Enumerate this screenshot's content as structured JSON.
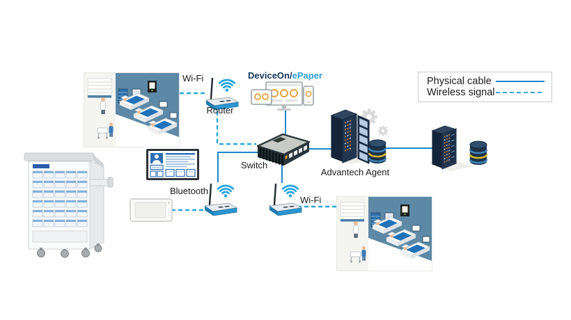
{
  "diagram": {
    "description": "DeviceOn/ePaper hospital network topology",
    "colors": {
      "physical_cable": "#1b87c9",
      "wireless_signal": "#2aa6e0",
      "ward_wall": "#5d89a7",
      "brand_dark": "#16365c",
      "brand_light": "#2e9fd6"
    }
  },
  "labels": {
    "wifi_top": "Wi-Fi",
    "router": "Router",
    "deviceon_brand": "DeviceOn/",
    "deviceon_product": "ePaper",
    "switch": "Switch",
    "advantech_agent": "Advantech Agent",
    "bluetooth": "Bluetooth",
    "wifi_bottom": "Wi-Fi"
  },
  "legend": {
    "items": [
      {
        "label": "Physical cable",
        "style": "solid"
      },
      {
        "label": "Wireless signal",
        "style": "dashed"
      }
    ]
  },
  "nodes": [
    {
      "id": "ward-top",
      "type": "hospital-ward-illustration",
      "label": ""
    },
    {
      "id": "router",
      "type": "wireless-router",
      "label": "Router"
    },
    {
      "id": "deviceon-devices",
      "type": "dashboard-monitor-tablet-phone",
      "label": "DeviceOn/ePaper"
    },
    {
      "id": "switch",
      "type": "ethernet-switch",
      "label": "Switch"
    },
    {
      "id": "advantech-agent",
      "type": "server-rack-with-gears-and-database",
      "label": "Advantech Agent"
    },
    {
      "id": "backend-server",
      "type": "server-rack-with-database",
      "label": ""
    },
    {
      "id": "patient-info-display",
      "type": "information-display",
      "label": ""
    },
    {
      "id": "bluetooth-ap",
      "type": "wireless-access-point",
      "label": "Bluetooth"
    },
    {
      "id": "epaper-tag",
      "type": "epaper-device",
      "label": ""
    },
    {
      "id": "wifi-ap",
      "type": "wireless-access-point",
      "label": "Wi-Fi"
    },
    {
      "id": "ward-bottom",
      "type": "hospital-ward-illustration",
      "label": ""
    },
    {
      "id": "medication-cart",
      "type": "medical-supply-cart",
      "label": ""
    }
  ],
  "connections": [
    {
      "from": "ward-top",
      "to": "router",
      "style": "wireless"
    },
    {
      "from": "router",
      "to": "switch",
      "style": "wireless"
    },
    {
      "from": "deviceon-devices",
      "to": "switch",
      "style": "cable"
    },
    {
      "from": "bluetooth-ap",
      "to": "switch",
      "style": "cable"
    },
    {
      "from": "switch",
      "to": "advantech-agent",
      "style": "cable"
    },
    {
      "from": "advantech-agent",
      "to": "backend-server",
      "style": "cable"
    },
    {
      "from": "switch",
      "to": "wifi-ap",
      "style": "cable"
    },
    {
      "from": "wifi-ap",
      "to": "ward-bottom",
      "style": "wireless"
    },
    {
      "from": "epaper-tag",
      "to": "bluetooth-ap",
      "style": "wireless"
    }
  ]
}
